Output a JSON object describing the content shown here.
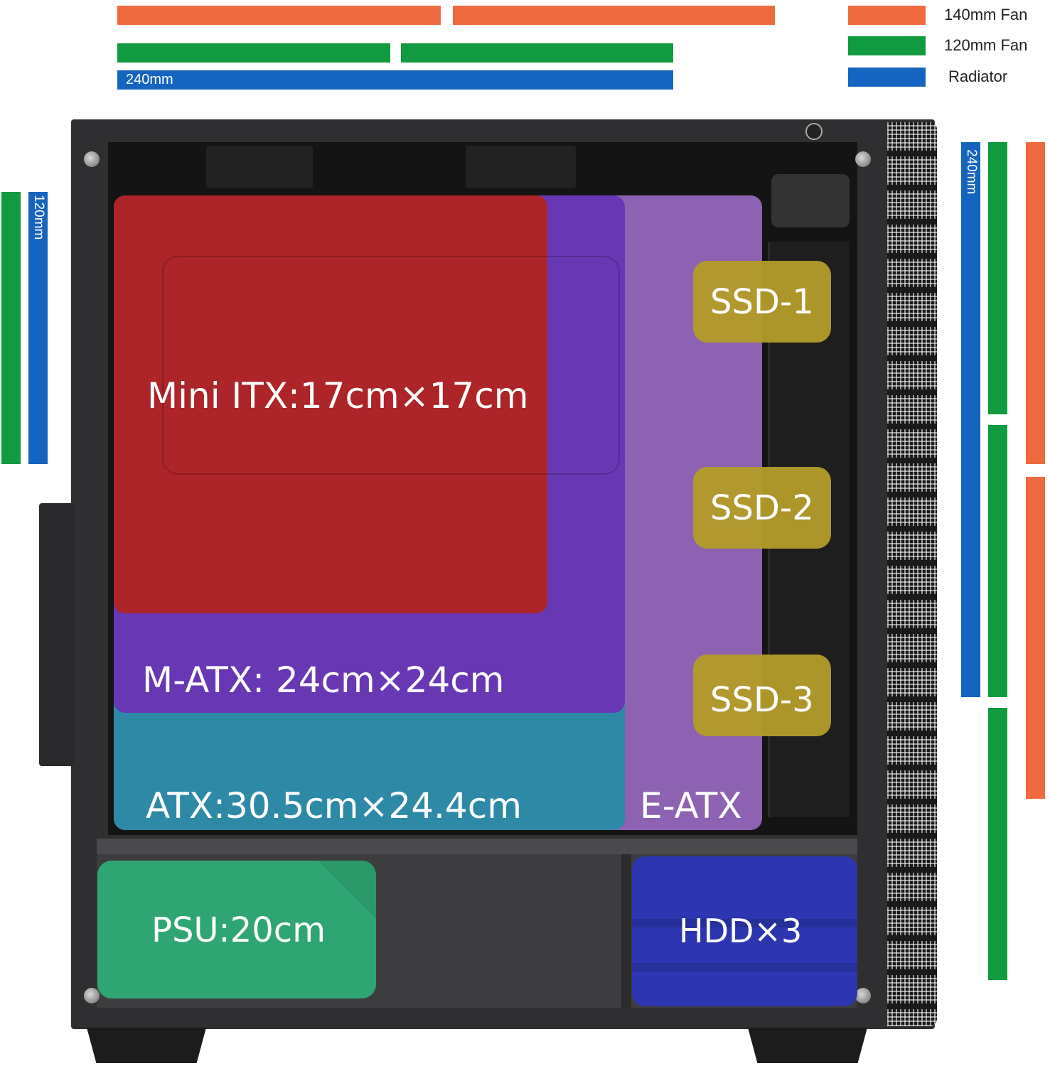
{
  "legend": {
    "items": [
      {
        "label": "140mm Fan",
        "color": "#ef6a3f"
      },
      {
        "label": "120mm Fan",
        "color": "#119a3f"
      },
      {
        "label": "Radiator",
        "color": "#1565c0"
      }
    ]
  },
  "top_radiator_label": "240mm",
  "rear_radiator_label": "120mm",
  "front_radiator_label": "240mm",
  "zones": {
    "mini_itx": "Mini ITX:17cm×17cm",
    "m_atx": "M-ATX: 24cm×24cm",
    "atx": "ATX:30.5cm×24.4cm",
    "e_atx": "E-ATX",
    "ssd1": "SSD-1",
    "ssd2": "SSD-2",
    "ssd3": "SSD-3",
    "psu": "PSU:20cm",
    "hdd": "HDD×3"
  },
  "colors": {
    "fan140": "#ef6a3f",
    "fan120": "#119a3f",
    "radiator": "#1565c0",
    "mini_itx": "#b02424",
    "m_atx": "#6a36b5",
    "atx": "#2a8aa6",
    "e_atx": "#9a6ac4",
    "ssd": "#b29a2a",
    "psu": "#2fa574",
    "hdd": "#2d36b0"
  }
}
